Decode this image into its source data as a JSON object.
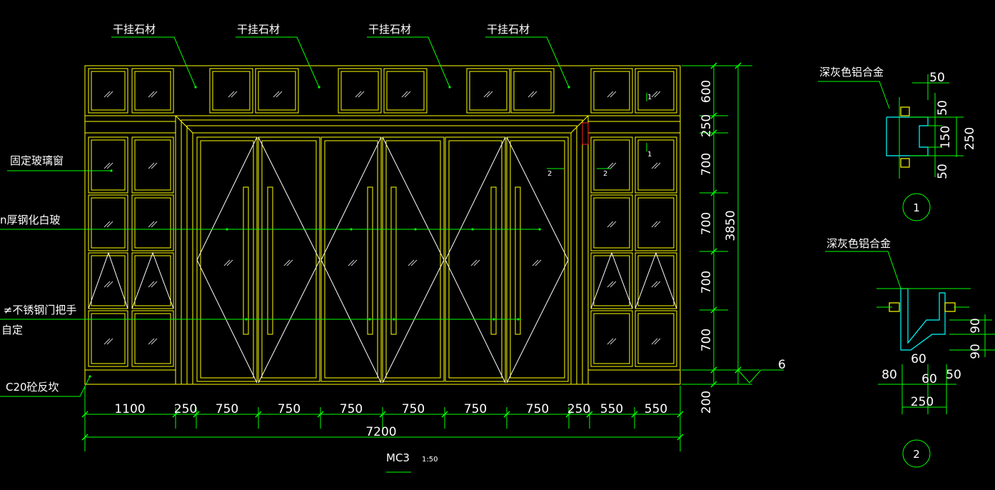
{
  "drawing": {
    "title": "MC3",
    "scale": "1:50",
    "callout_1": "1",
    "callout_2": "2",
    "tag_1": "1",
    "tag_2": "2"
  },
  "labels": {
    "stone": "干挂石材",
    "fixed_glass": "固定玻璃窗",
    "tempered_glass": "n厚钢化白玻",
    "handle_line1": " ≠不锈钢门把手",
    "handle_line2": "自定",
    "curb": "C20砼反坎",
    "alu_1": "深灰色铝合金",
    "alu_2": "深灰色铝合金"
  },
  "dimensions": {
    "bottom": [
      "1100",
      "250",
      "750",
      "750",
      "750",
      "750",
      "750",
      "750",
      "250",
      "550",
      "550"
    ],
    "total": "7200",
    "right": [
      "600",
      "250",
      "700",
      "700",
      "700",
      "700"
    ],
    "right_total": "3850",
    "curb_height": "200",
    "level_mark": "6",
    "section1": [
      "50",
      "50",
      "150",
      "250",
      "50"
    ],
    "section2": [
      "90",
      "90",
      "60",
      "80",
      "60",
      "50",
      "250"
    ]
  }
}
